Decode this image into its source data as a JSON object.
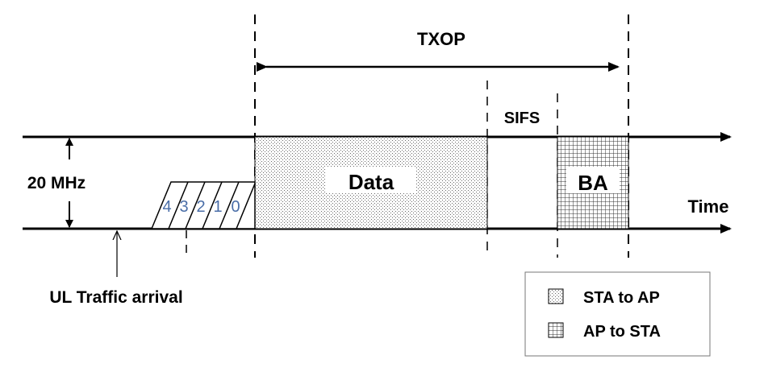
{
  "diagram": {
    "txop_label": "TXOP",
    "sifs_label": "SIFS",
    "bandwidth_label": "20 MHz",
    "time_label": "Time",
    "data_label": "Data",
    "ba_label": "BA",
    "arrival_label": "UL Traffic arrival",
    "backoff_slots": [
      "4",
      "3",
      "2",
      "1",
      "0"
    ]
  },
  "legend": {
    "sta_to_ap": "STA to AP",
    "ap_to_sta": "AP to STA"
  }
}
